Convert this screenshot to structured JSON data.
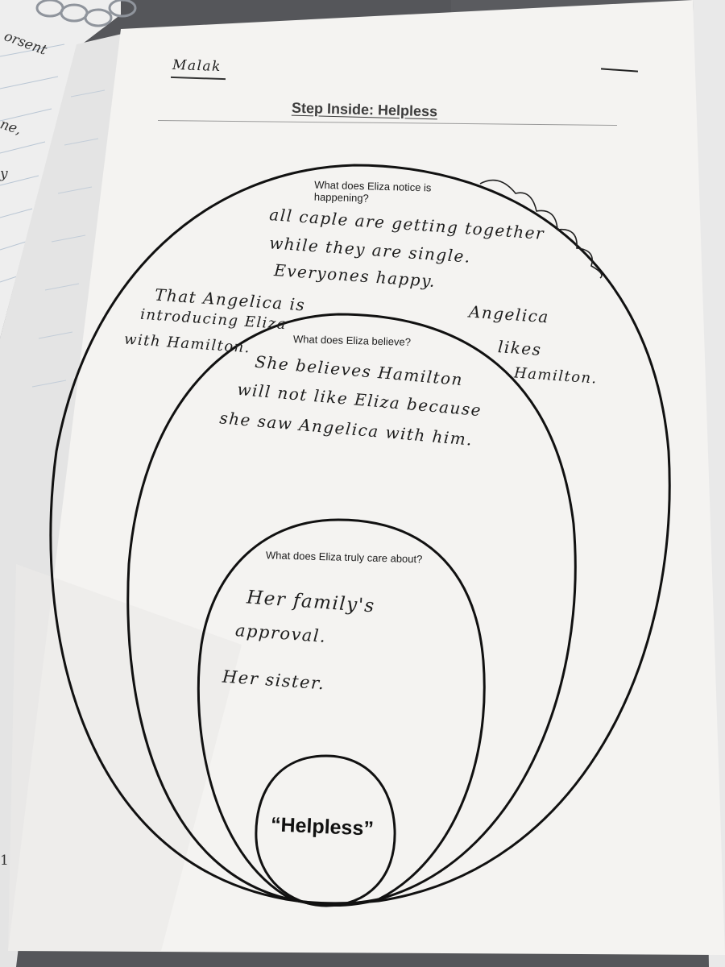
{
  "notebook": {
    "margin_notes": [
      "orsent",
      "ne,",
      "y"
    ],
    "page_mark": "1"
  },
  "worksheet": {
    "student_name": "Malak",
    "title": "Step Inside: Helpless",
    "center_label": "“Helpless”",
    "prompts": {
      "notice": "What does Eliza notice is happening?",
      "believe": "What does Eliza believe?",
      "care": "What does Eliza truly care about?"
    }
  },
  "answers": {
    "notice": [
      "all caple are getting together",
      "while they are single.",
      "Everyones happy."
    ],
    "outer_left": [
      "That Angelica is",
      "introducing Eliza",
      "with Hamilton."
    ],
    "outer_right": [
      "Angelica",
      "likes",
      "Hamilton."
    ],
    "believe": [
      "She believes Hamilton",
      "will not like Eliza because",
      "she saw Angelica with him."
    ],
    "care": [
      "Her family's",
      "approval.",
      "Her sister."
    ]
  }
}
